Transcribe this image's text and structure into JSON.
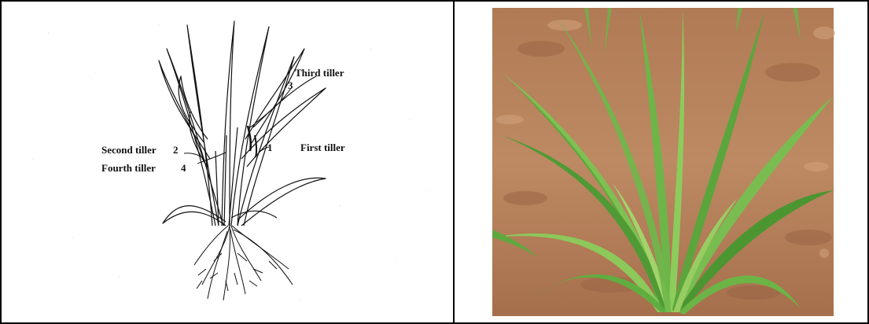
{
  "diagram": {
    "labels": {
      "third_tiller": "Third tiller",
      "third_number": "3",
      "second_tiller": "Second tiller",
      "second_number": "2",
      "first_number": "1",
      "first_tiller": "First tiller",
      "fourth_tiller": "Fourth tiller",
      "fourth_number": "4"
    }
  },
  "photo": {
    "subject": "young-cereal-plant-with-tillers",
    "colors": {
      "soil": "#b98560",
      "soil_dark": "#9c6a48",
      "leaf": "#6fb24a",
      "leaf_light": "#a3d36b",
      "leaf_dark": "#3f8a2e"
    }
  }
}
